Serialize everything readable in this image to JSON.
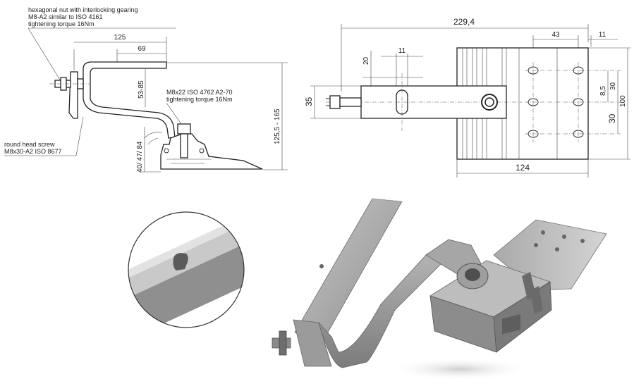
{
  "left_view": {
    "annotations": {
      "nut": [
        "hexagonal nut with interlocking gearing",
        "M8-A2 similar to ISO 4161",
        "tightening torque 16Nm"
      ],
      "screw_center": [
        "M8x22 ISO 4762 A2-70",
        "tightening torque 16Nm"
      ],
      "screw_left": [
        "round head screw",
        "M8x30-A2 ISO 8677"
      ]
    },
    "dimensions": {
      "d125": "125",
      "d69": "69",
      "d53_85": "53-85",
      "d125_5_165": "125,5 - 165",
      "d40_47_84": "40/ 47/ 84"
    }
  },
  "right_view": {
    "dimensions": {
      "d229_4": "229,4",
      "d43": "43",
      "d11_top": "11",
      "d11_slot": "11",
      "d20": "20",
      "d35": "35",
      "d8_5": "8,5",
      "d30_a": "30",
      "d30_b": "30",
      "d100": "100",
      "d124": "124"
    }
  }
}
